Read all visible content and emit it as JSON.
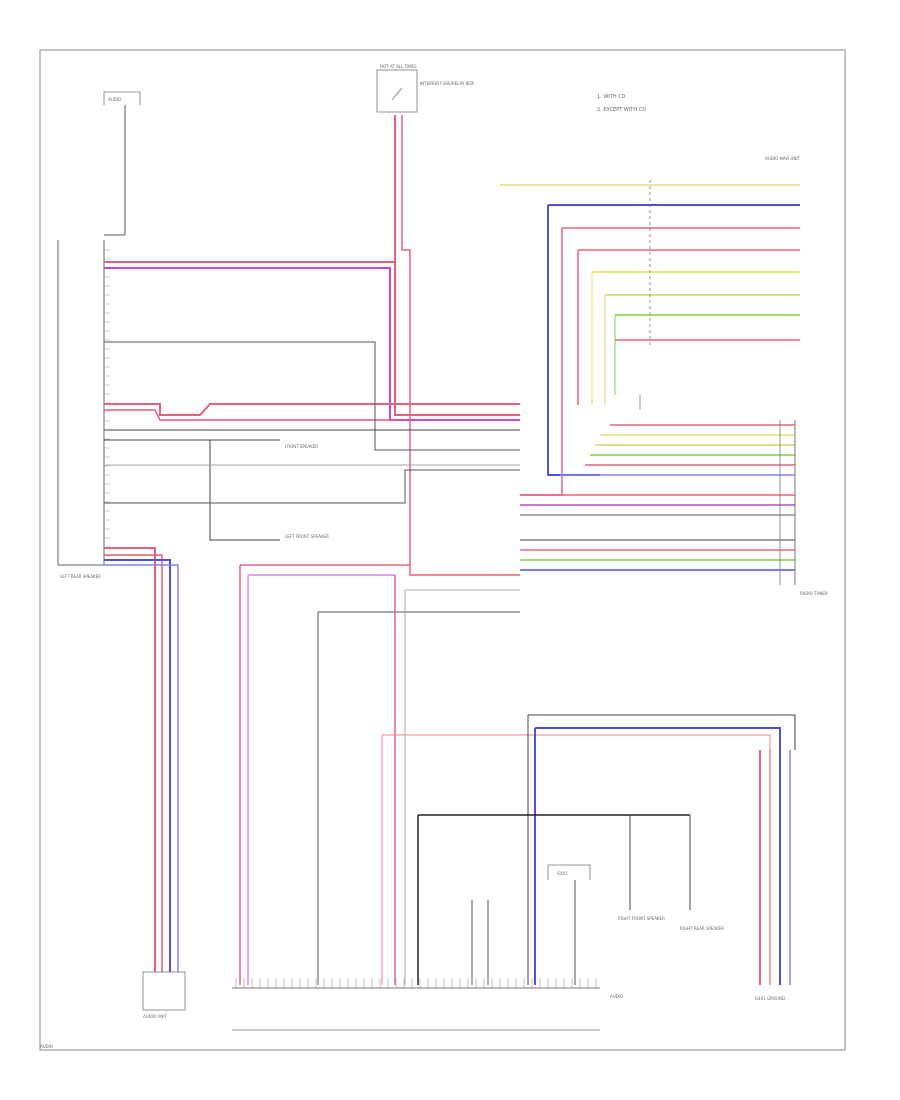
{
  "diagram": {
    "legend": {
      "line1": "1. WITH CD",
      "line2": "2. EXCEPT WITH CD"
    },
    "modules": {
      "fuse_box": {
        "title": "HOT AT ALL TIMES",
        "label": "INTERIOR FUSE/RELAY BOX"
      },
      "left_unit": {
        "label": "LEFT REAR SPEAKER"
      },
      "bottom_left": {
        "label": "AUDIO UNIT"
      },
      "right_top": {
        "label": "AUDIO-NAVI UNIT"
      },
      "right_mid": {
        "label": "RADIO TUNER"
      },
      "bottom_right": {
        "label": "G401 GROUND"
      },
      "bottom_main": {
        "label": "AUDIO"
      },
      "top_left_small": {
        "label": "AUDIO"
      },
      "mid_note1": {
        "label": "FRONT SPEAKER"
      },
      "mid_note2": {
        "label": "LEFT FRONT SPEAKER"
      },
      "center_small_box": {
        "label": "G401"
      },
      "bottom_note1": {
        "label": "RIGHT FRONT SPEAKER"
      },
      "bottom_note2": {
        "label": "RIGHT REAR SPEAKER"
      }
    },
    "page_ref": "AUDIO"
  }
}
